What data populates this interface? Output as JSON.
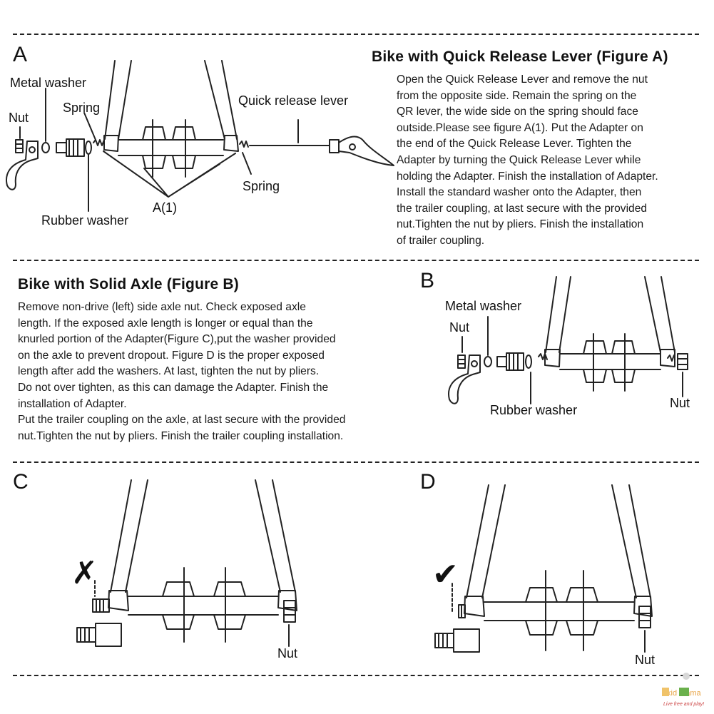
{
  "sections": {
    "a": {
      "letter": "A",
      "heading": "Bike with Quick Release Lever  (Figure A)",
      "lines": [
        "Open the Quick Release Lever and remove the nut",
        "from the opposite side. Remain the spring on the",
        "QR lever, the wide side on the spring should face",
        "outside.Please see figure A(1). Put the Adapter on",
        "the end of the Quick Release Lever. Tighten the",
        "Adapter by turning the Quick Release Lever while",
        "holding the Adapter. Finish the installation of Adapter.",
        "Install the standard washer onto the Adapter, then",
        "the trailer coupling, at last secure with the provided",
        "nut.Tighten the nut by pliers. Finish the installation",
        "of trailer coupling."
      ],
      "labels": {
        "metal_washer": "Metal washer",
        "nut": "Nut",
        "spring_left": "Spring",
        "quick_release_lever": "Quick release lever",
        "spring_right": "Spring",
        "a1": "A(1)",
        "rubber_washer": "Rubber washer"
      }
    },
    "b": {
      "letter": "B",
      "heading": "Bike with Solid Axle (Figure B)",
      "lines": [
        "Remove non-drive (left) side axle nut. Check exposed axle",
        "length. If the exposed axle length is longer or equal than the",
        "knurled portion of the Adapter(Figure C),put the washer provided",
        "on the axle to prevent dropout. Figure D is the proper exposed",
        "length after add the washers. At last, tighten the nut by pliers.",
        "Do not over tighten, as this can damage the Adapter. Finish the",
        "installation of Adapter.",
        "Put the trailer coupling on the axle, at last secure with the provided",
        "nut.Tighten the nut by pliers. Finish the trailer coupling installation."
      ],
      "labels": {
        "metal_washer": "Metal washer",
        "nut_left": "Nut",
        "rubber_washer": "Rubber washer",
        "nut_right": "Nut"
      }
    },
    "c": {
      "letter": "C",
      "mark": "✗",
      "nut_label": "Nut"
    },
    "d": {
      "letter": "D",
      "mark": "✔",
      "nut_label": "Nut"
    }
  },
  "watermark": {
    "brand": "kid mama",
    "tagline": "Live free and play!"
  }
}
